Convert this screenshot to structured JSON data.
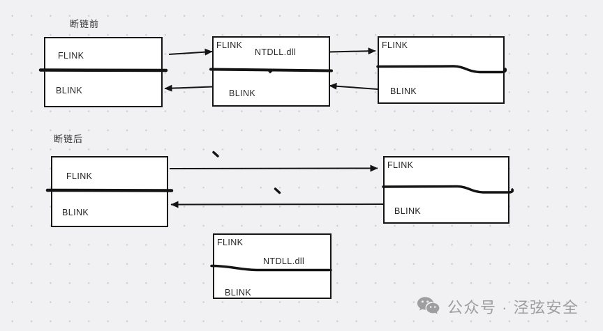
{
  "colors": {
    "background": "#f1f1f3",
    "grid_dot": "#cfcfd3",
    "line": "#141414",
    "box_fill": "#ffffff",
    "text": "#262626",
    "watermark": "#9e9ea1"
  },
  "sections": {
    "before": {
      "label": "断链前"
    },
    "after": {
      "label": "断链后"
    }
  },
  "boxes": {
    "before_left": {
      "flink": "FLINK",
      "blink": "BLINK"
    },
    "before_module": {
      "flink": "FLINK",
      "module": "NTDLL.dll",
      "blink": "BLINK"
    },
    "before_right": {
      "flink": "FLINK",
      "blink": "BLINK"
    },
    "after_left": {
      "flink": "FLINK",
      "blink": "BLINK"
    },
    "after_right": {
      "flink": "FLINK",
      "blink": "BLINK"
    },
    "unlinked_module": {
      "flink": "FLINK",
      "module": "NTDLL.dll",
      "blink": "BLINK"
    }
  },
  "watermark": {
    "icon": "wechat-icon",
    "text": "公众号 · 泾弦安全"
  }
}
